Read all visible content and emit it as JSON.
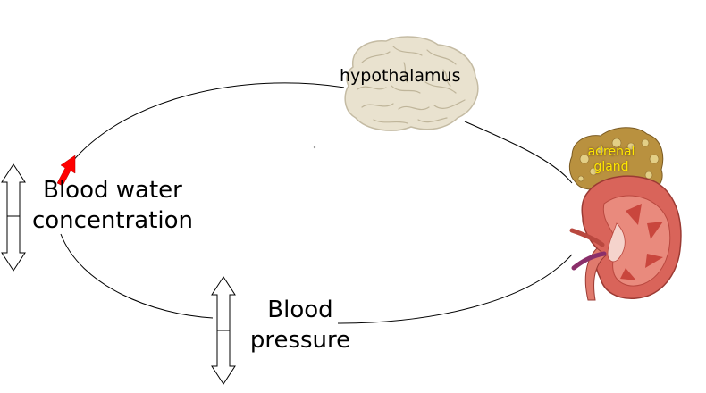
{
  "labels": {
    "hypothalamus": "hypothalamus",
    "adrenal_line1": "adrenal",
    "adrenal_line2": "gland",
    "blood_water_line1": "Blood water",
    "blood_water_line2": "concentration",
    "blood_pressure_line1": "Blood",
    "blood_pressure_line2": "pressure"
  },
  "colors": {
    "cycle_line": "#000000",
    "indicator_arrow": "#ff0000",
    "adrenal_text": "#ffe800",
    "brain": "#e9e2cf",
    "kidney": "#d9645a"
  },
  "icons": {
    "brain": "brain-image",
    "kidney": "kidney-with-adrenal-gland-image",
    "up_down_arrow": "double-headed-vertical-arrow"
  }
}
